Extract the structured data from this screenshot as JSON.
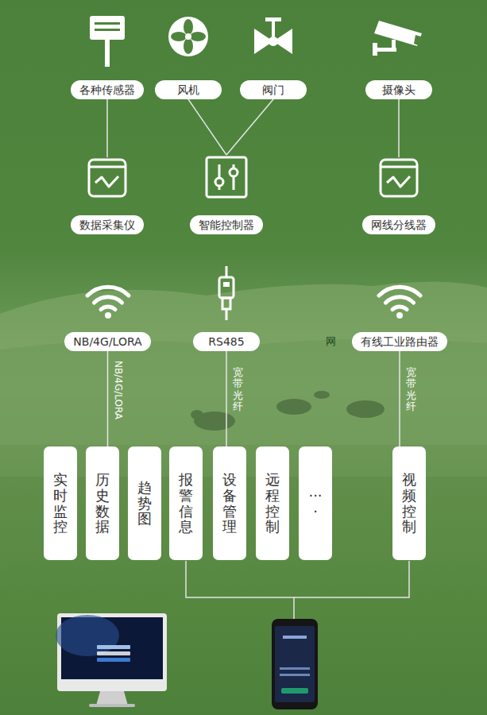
{
  "diagram": {
    "nodes": [
      {
        "text": [
          "各种传感器"
        ]
      },
      {
        "text": [
          "风机"
        ]
      },
      {
        "text": [
          "阀门"
        ]
      },
      {
        "text": [
          "摄像头"
        ]
      },
      {
        "text": [
          "数据采集仪"
        ]
      },
      {
        "text": [
          "智能控制器"
        ]
      },
      {
        "text": [
          "网线分线器"
        ]
      },
      {
        "text": [
          "NB/4G/LORA"
        ]
      },
      {
        "text": [
          "RS485"
        ]
      },
      {
        "text": [
          "有线工业路由器"
        ]
      },
      {
        "text": [
          "实时监控"
        ]
      },
      {
        "text": [
          "历史数据"
        ]
      },
      {
        "text": [
          "趋势图"
        ]
      },
      {
        "text": [
          "报警信息"
        ]
      },
      {
        "text": [
          "设备管理"
        ]
      },
      {
        "text": [
          "远程控制"
        ]
      },
      {
        "text": [
          "····"
        ]
      },
      {
        "text": [
          "视频控制"
        ]
      }
    ],
    "edges": [
      {
        "from": 0,
        "to": 4,
        "arrow": "none"
      },
      {
        "from": 1,
        "to": 5,
        "arrow": "none"
      },
      {
        "from": 2,
        "to": 5,
        "arrow": "none"
      },
      {
        "from": 3,
        "to": 6,
        "arrow": "none"
      },
      {
        "from": 7,
        "to": 11,
        "label": "NB/4G/LORA",
        "arrow": "none"
      },
      {
        "from": 8,
        "to": 14,
        "label": "宽带光纤",
        "arrow": "none"
      },
      {
        "from": 9,
        "to": 17,
        "label": "宽带光纤",
        "arrow": "none"
      }
    ],
    "labels": [
      "网"
    ]
  }
}
